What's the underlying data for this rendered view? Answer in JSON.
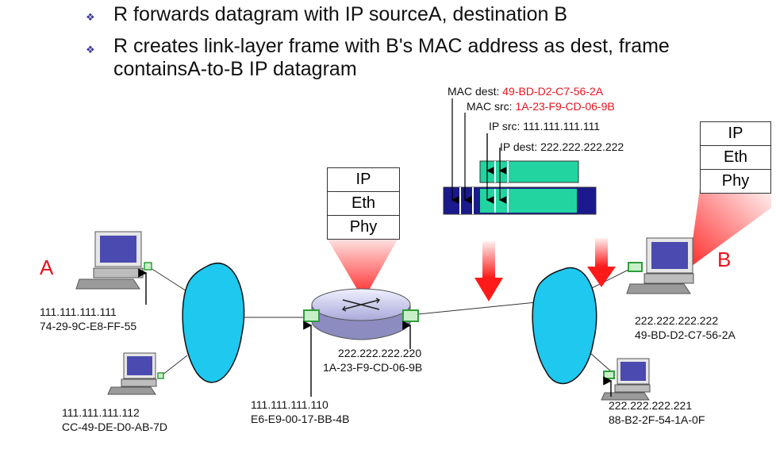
{
  "bullets": [
    {
      "icon": "diamond-bullet-icon",
      "lines": [
        "R forwards datagram with IP sourceA, destination B"
      ]
    },
    {
      "icon": "diamond-bullet-icon",
      "lines": [
        "R creates link-layer frame with B's MAC address as dest, frame",
        "containsA-to-B IP datagram"
      ]
    }
  ],
  "frame_header": {
    "mac_dest_label": "MAC dest: ",
    "mac_dest_value": "49-BD-D2-C7-56-2A",
    "mac_src_label": "MAC src: ",
    "mac_src_value": "1A-23-F9-CD-06-9B",
    "ip_src": "IP src: 111.111.111.111",
    "ip_dest": "IP dest: 222.222.222.222"
  },
  "router_stack": [
    "IP",
    "Eth",
    "Phy"
  ],
  "host_b_stack": [
    "IP",
    "Eth",
    "Phy"
  ],
  "hosts": {
    "a_name": "A",
    "b_name": "B",
    "a_ip": "111.111.111.111",
    "a_mac": "74-29-9C-E8-FF-55",
    "c_ip": "111.111.111.112",
    "c_mac": "CC-49-DE-D0-AB-7D",
    "r_left_ip": "111.111.111.110",
    "r_left_mac": "E6-E9-00-17-BB-4B",
    "r_right_ip": "222.222.222.220",
    "r_right_mac": "1A-23-F9-CD-06-9B",
    "b_ip": "222.222.222.222",
    "b_mac": "49-BD-D2-C7-56-2A",
    "d_ip": "222.222.222.221",
    "d_mac": "88-B2-2F-54-1A-0F"
  },
  "colors": {
    "red": "#e8141e",
    "cloud": "#1ec8ee",
    "frame_blue": "#1a1a8c",
    "frame_green": "#22d4a0",
    "adapter_green": "#2e9e3a"
  }
}
